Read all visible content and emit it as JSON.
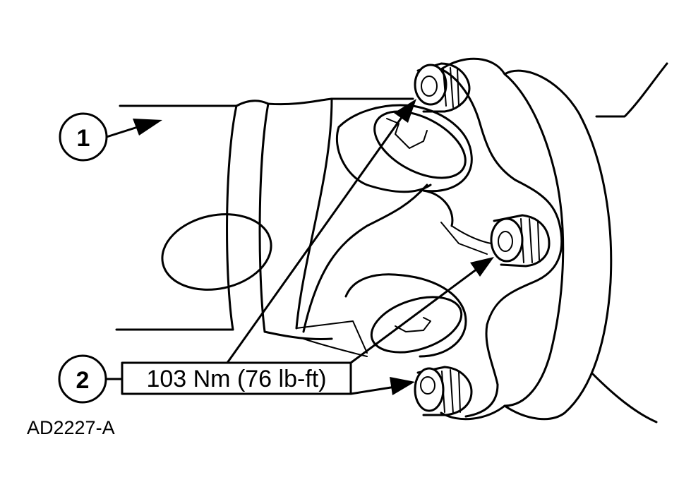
{
  "callouts": {
    "one": {
      "label": "1"
    },
    "two": {
      "label": "2",
      "torque": "103 Nm (76 lb-ft)"
    }
  },
  "figure_id": "AD2227-A"
}
